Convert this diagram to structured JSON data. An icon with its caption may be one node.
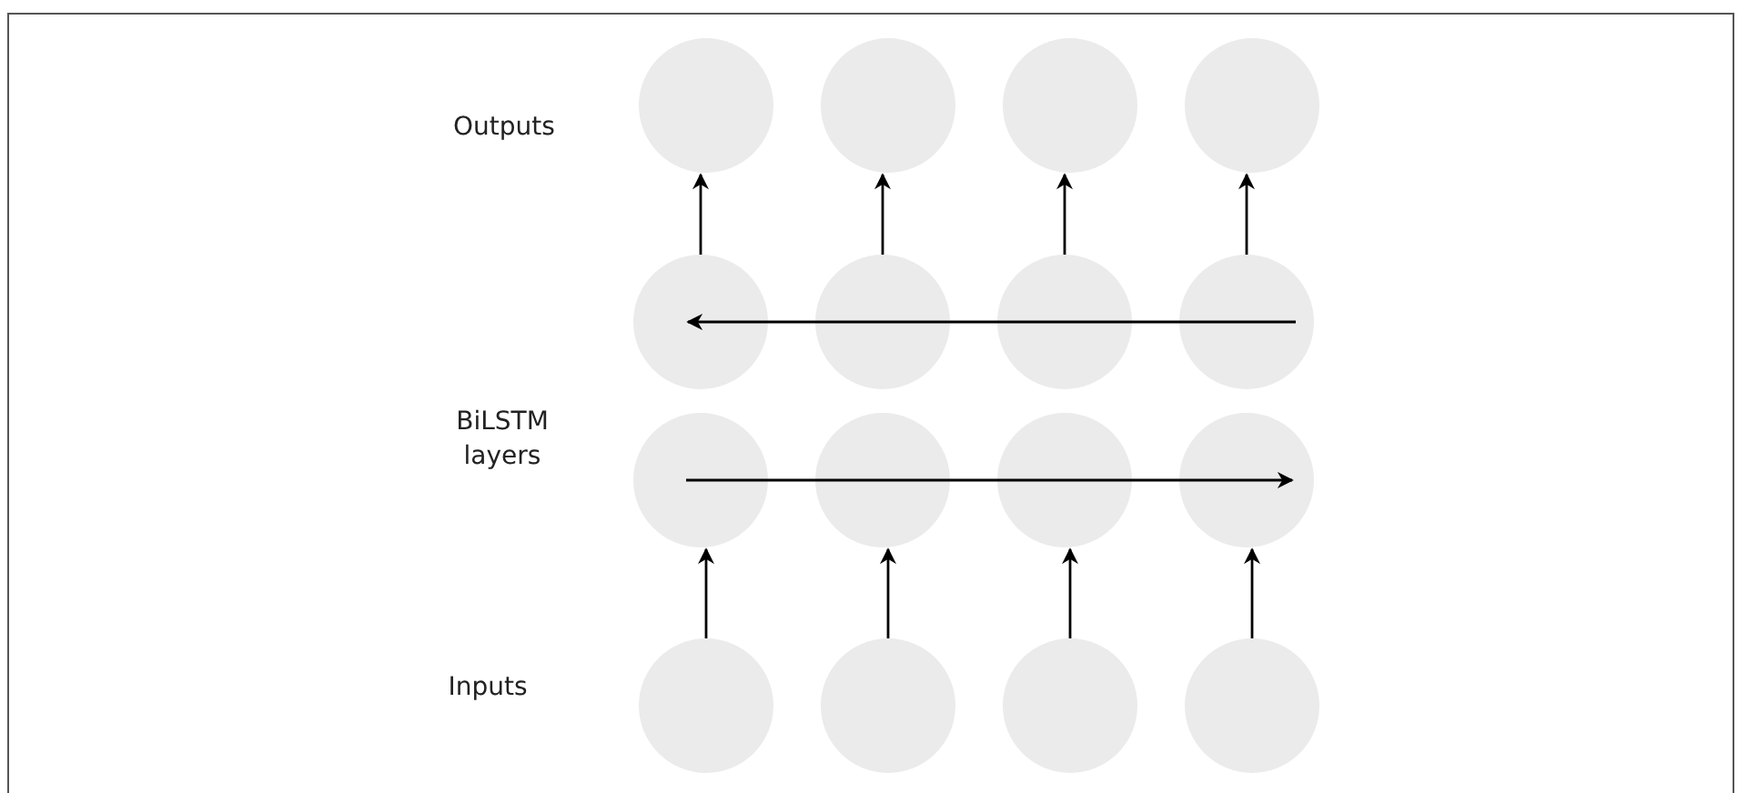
{
  "diagram": {
    "nodes": [
      {
        "text": [],
        "shape": "circle"
      },
      {
        "text": [],
        "shape": "circle"
      },
      {
        "text": [],
        "shape": "circle"
      },
      {
        "text": [],
        "shape": "circle"
      },
      {
        "text": [],
        "shape": "circle"
      },
      {
        "text": [],
        "shape": "circle"
      },
      {
        "text": [],
        "shape": "circle"
      },
      {
        "text": [],
        "shape": "circle"
      },
      {
        "text": [],
        "shape": "circle"
      },
      {
        "text": [],
        "shape": "circle"
      },
      {
        "text": [],
        "shape": "circle"
      },
      {
        "text": [],
        "shape": "circle"
      },
      {
        "text": [],
        "shape": "circle"
      },
      {
        "text": [],
        "shape": "circle"
      },
      {
        "text": [],
        "shape": "circle"
      },
      {
        "text": [],
        "shape": "circle"
      }
    ],
    "edges": [
      {
        "from": 4,
        "to": 0,
        "arrow": "to"
      },
      {
        "from": 5,
        "to": 1,
        "arrow": "to"
      },
      {
        "from": 6,
        "to": 2,
        "arrow": "to"
      },
      {
        "from": 7,
        "to": 3,
        "arrow": "to"
      },
      {
        "from": 7,
        "to": 6,
        "arrow": "none"
      },
      {
        "from": 6,
        "to": 5,
        "arrow": "none"
      },
      {
        "from": 5,
        "to": 4,
        "arrow": "to"
      },
      {
        "from": 8,
        "to": 9,
        "arrow": "none"
      },
      {
        "from": 9,
        "to": 10,
        "arrow": "none"
      },
      {
        "from": 10,
        "to": 11,
        "arrow": "to"
      },
      {
        "from": 12,
        "to": 8,
        "arrow": "to"
      },
      {
        "from": 13,
        "to": 9,
        "arrow": "to"
      },
      {
        "from": 14,
        "to": 10,
        "arrow": "to"
      },
      {
        "from": 15,
        "to": 11,
        "arrow": "to"
      }
    ],
    "labels": [
      "Outputs",
      "BiLSTM layers",
      "Inputs"
    ]
  }
}
